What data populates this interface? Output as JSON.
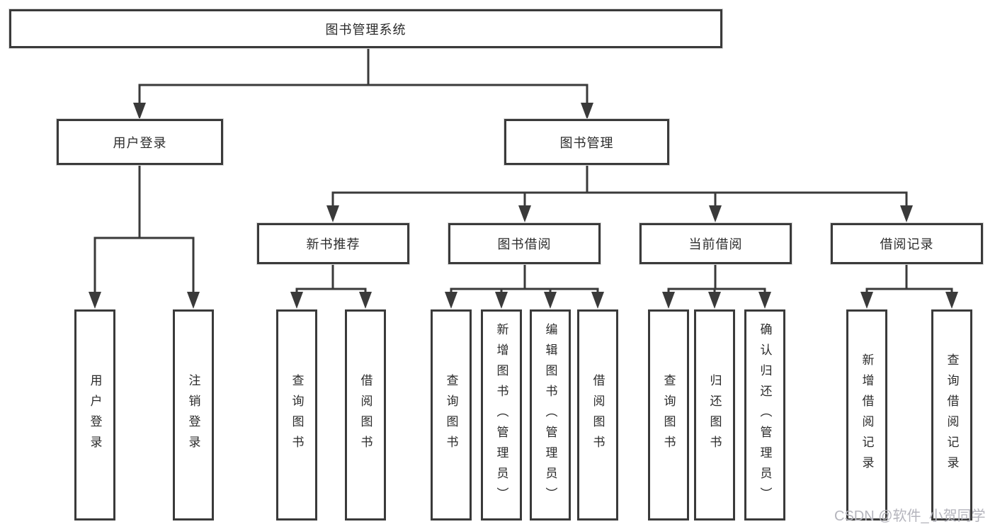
{
  "diagram": {
    "root": {
      "label": "图书管理系统"
    },
    "branches": [
      {
        "label": "用户登录",
        "children": [
          {
            "label": "用户登录"
          },
          {
            "label": "注销登录"
          }
        ]
      },
      {
        "label": "图书管理",
        "children": [
          {
            "label": "新书推荐",
            "children": [
              {
                "label": "查询图书"
              },
              {
                "label": "借阅图书"
              }
            ]
          },
          {
            "label": "图书借阅",
            "children": [
              {
                "label": "查询图书"
              },
              {
                "label": "新增图书（管理员）"
              },
              {
                "label": "编辑图书（管理员）"
              },
              {
                "label": "借阅图书"
              }
            ]
          },
          {
            "label": "当前借阅",
            "children": [
              {
                "label": "查询图书"
              },
              {
                "label": "归还图书"
              },
              {
                "label": "确认归还（管理员）"
              }
            ]
          },
          {
            "label": "借阅记录",
            "children": [
              {
                "label": "新增借阅记录"
              },
              {
                "label": "查询借阅记录"
              }
            ]
          }
        ]
      }
    ]
  },
  "watermark": {
    "text": "CSDN @软件_小贺同学"
  },
  "colors": {
    "line": "#3a3a3a",
    "text": "#2b2b2b",
    "background": "#ffffff",
    "watermark": "#b5b5bd"
  }
}
